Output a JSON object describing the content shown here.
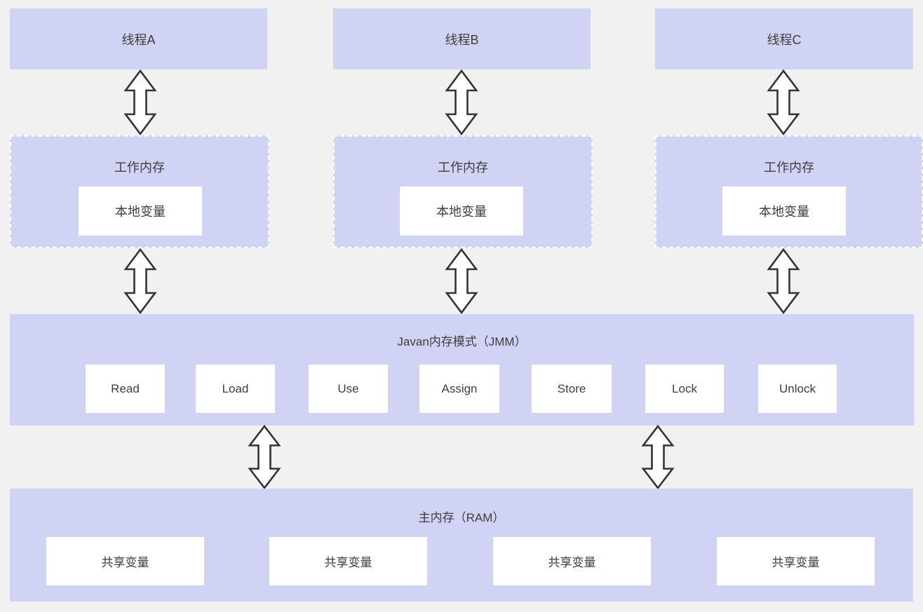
{
  "diagram": {
    "threads": [
      {
        "label": "线程A"
      },
      {
        "label": "线程B"
      },
      {
        "label": "线程C"
      }
    ],
    "working_memories": [
      {
        "title": "工作内存",
        "local_variable": "本地变量"
      },
      {
        "title": "工作内存",
        "local_variable": "本地变量"
      },
      {
        "title": "工作内存",
        "local_variable": "本地变量"
      }
    ],
    "jmm": {
      "title": "Javan内存模式（JMM）",
      "operations": [
        "Read",
        "Load",
        "Use",
        "Assign",
        "Store",
        "Lock",
        "Unlock"
      ]
    },
    "main_memory": {
      "title": "主内存（RAM）",
      "shared_variables": [
        "共享变量",
        "共享变量",
        "共享变量",
        "共享变量"
      ]
    },
    "colors": {
      "band_fill": "#d1d3f4",
      "background": "#f1f1f1",
      "node_fill": "#ffffff",
      "arrow_outline": "#2f343a",
      "text": "#3d3d3d"
    },
    "icons": {
      "double_arrow": "double-arrow-icon"
    }
  }
}
